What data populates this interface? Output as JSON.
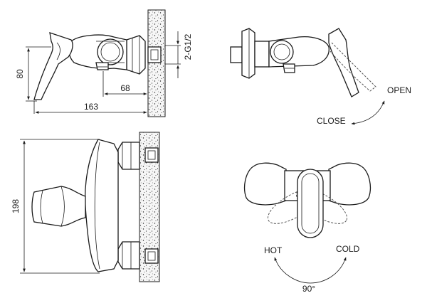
{
  "labels": {
    "dim_80": "80",
    "dim_68": "68",
    "dim_163": "163",
    "dim_thread": "2-G1/2",
    "dim_198": "198",
    "open": "OPEN",
    "close": "CLOSE",
    "hot": "HOT",
    "cold": "COLD",
    "angle": "90°"
  }
}
